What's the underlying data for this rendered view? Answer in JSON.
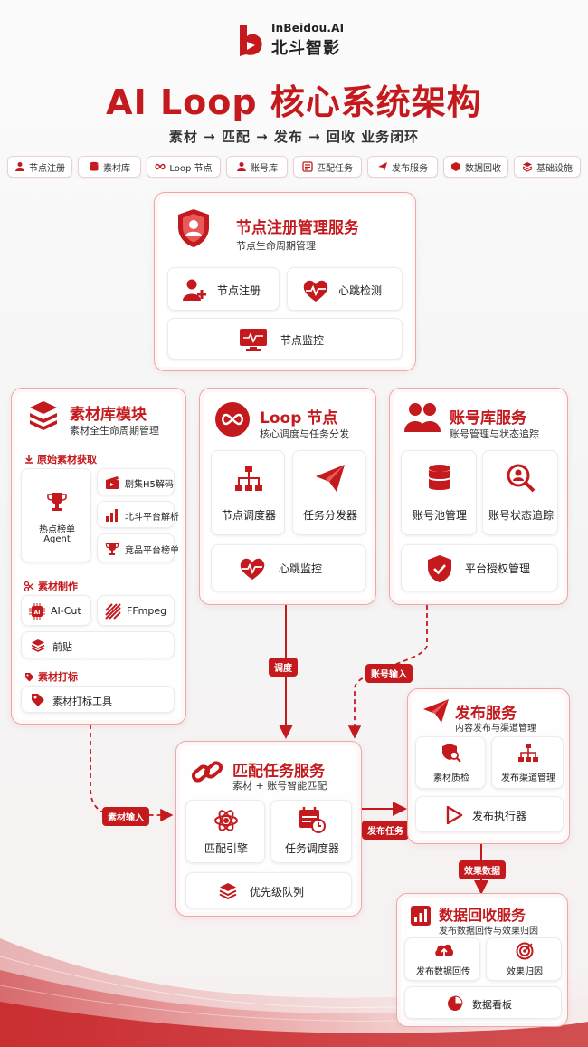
{
  "brand": {
    "en": "InBeidou.AI",
    "cn": "北斗智影"
  },
  "title": "AI Loop 核心系统架构",
  "subtitle": "素材 → 匹配 → 发布 → 回收 业务闭环",
  "tags": [
    "节点注册",
    "素材库",
    "Loop 节点",
    "账号库",
    "匹配任务",
    "发布服务",
    "数据回收",
    "基础设施"
  ],
  "node_service": {
    "title": "节点注册管理服务",
    "sub": "节点生命周期管理",
    "items": [
      "节点注册",
      "心跳检测",
      "节点监控"
    ]
  },
  "material": {
    "title": "素材库模块",
    "sub": "素材全生命周期管理",
    "acquire": {
      "head": "原始素材获取",
      "hot": [
        "热点榜单",
        "Agent"
      ],
      "items": [
        "剧集H5解码",
        "北斗平台解析",
        "竞品平台榜单"
      ]
    },
    "make": {
      "head": "素材制作",
      "items": [
        "AI-Cut",
        "FFmpeg",
        "前贴"
      ]
    },
    "tagging": {
      "head": "素材打标",
      "items": [
        "素材打标工具"
      ]
    }
  },
  "loop": {
    "title": "Loop 节点",
    "sub": "核心调度与任务分发",
    "items": [
      "节点调度器",
      "任务分发器",
      "心跳监控"
    ]
  },
  "account": {
    "title": "账号库服务",
    "sub": "账号管理与状态追踪",
    "items": [
      "账号池管理",
      "账号状态追踪",
      "平台授权管理"
    ]
  },
  "match": {
    "title": "匹配任务服务",
    "sub": "素材 + 账号智能匹配",
    "items": [
      "匹配引擎",
      "任务调度器",
      "优先级队列"
    ]
  },
  "publish": {
    "title": "发布服务",
    "sub": "内容发布与渠道管理",
    "items": [
      "素材质检",
      "发布渠道管理",
      "发布执行器"
    ]
  },
  "recovery": {
    "title": "数据回收服务",
    "sub": "发布数据回传与效果归因",
    "items": [
      "发布数据回传",
      "效果归因",
      "数据看板"
    ]
  },
  "flows": {
    "dispatch": "调度",
    "account_input": "账号输入",
    "material_input": "素材输入",
    "publish_task": "发布任务",
    "effect_data": "效果数据"
  },
  "colors": {
    "accent": "#c41a1e",
    "border": "#e7a9a9"
  }
}
